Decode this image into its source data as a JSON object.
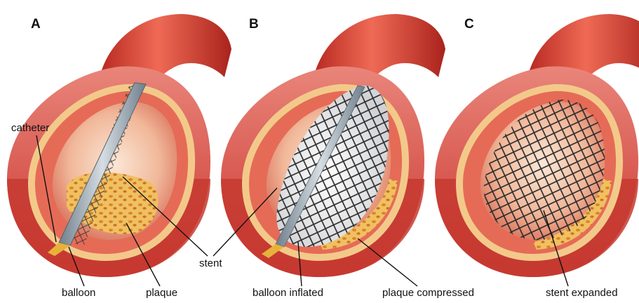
{
  "panels": [
    {
      "letter": "A",
      "stage": "catheter-with-balloon-in-plaque"
    },
    {
      "letter": "B",
      "stage": "balloon-inflated-stent-expanding"
    },
    {
      "letter": "C",
      "stage": "stent-expanded"
    }
  ],
  "labels": {
    "catheter": "catheter",
    "stent": "stent",
    "balloon": "balloon",
    "plaque": "plaque",
    "balloon_inflated": "balloon inflated",
    "plaque_compressed": "plaque compressed",
    "stent_expanded": "stent expanded"
  },
  "colors": {
    "vessel_outer": "#e8503f",
    "vessel_wall": "#c8322c",
    "vessel_inner": "#f29a7a",
    "intima": "#f3c98a",
    "plaque": "#e0a23a",
    "catheter": "#8a9aa6",
    "stent": "#2a2a2a",
    "balloon": "#e9ecef"
  }
}
